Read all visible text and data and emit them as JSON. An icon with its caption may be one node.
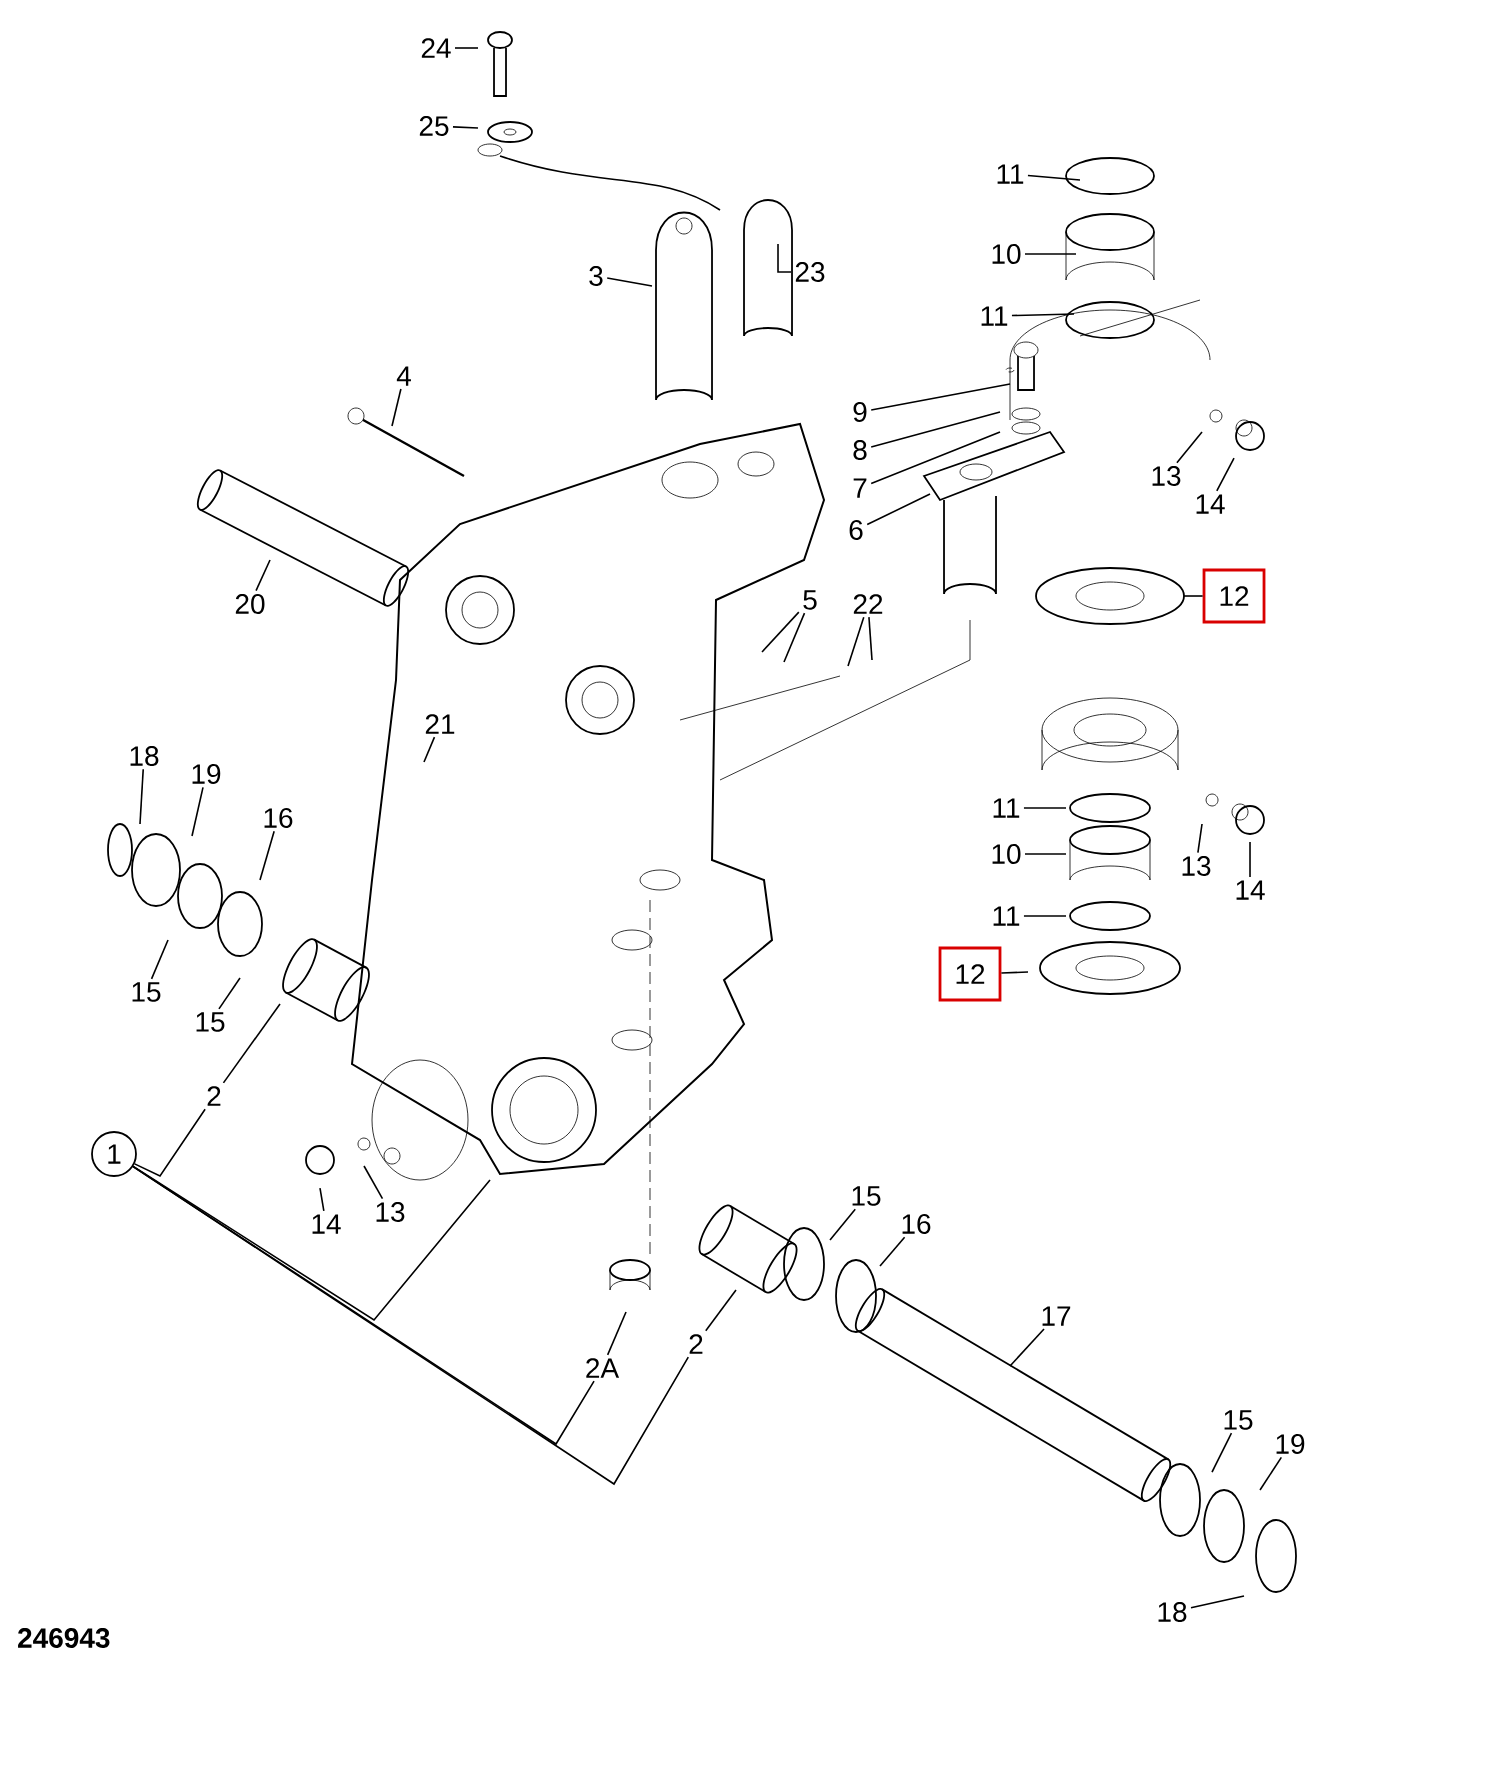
{
  "diagram": {
    "nodes": [
      {
        "text": [
          "24"
        ]
      },
      {
        "text": [
          "25"
        ]
      },
      {
        "text": [
          "3"
        ]
      },
      {
        "text": [
          "23"
        ]
      },
      {
        "text": [
          "4"
        ]
      },
      {
        "text": [
          "20"
        ]
      },
      {
        "text": [
          "21"
        ]
      },
      {
        "text": [
          "18"
        ]
      },
      {
        "text": [
          "19"
        ]
      },
      {
        "text": [
          "16"
        ]
      },
      {
        "text": [
          "15"
        ]
      },
      {
        "text": [
          "15"
        ]
      },
      {
        "text": [
          "2"
        ]
      },
      {
        "text": [
          "1"
        ]
      },
      {
        "text": [
          "14"
        ]
      },
      {
        "text": [
          "13"
        ]
      },
      {
        "text": [
          "2A"
        ]
      },
      {
        "text": [
          "2"
        ]
      },
      {
        "text": [
          "5"
        ]
      },
      {
        "text": [
          "22"
        ]
      },
      {
        "text": [
          "11"
        ]
      },
      {
        "text": [
          "10"
        ]
      },
      {
        "text": [
          "11"
        ]
      },
      {
        "text": [
          "9"
        ]
      },
      {
        "text": [
          "8"
        ]
      },
      {
        "text": [
          "7"
        ]
      },
      {
        "text": [
          "6"
        ]
      },
      {
        "text": [
          "13"
        ]
      },
      {
        "text": [
          "14"
        ]
      },
      {
        "text": [
          "12"
        ]
      },
      {
        "text": [
          "11"
        ]
      },
      {
        "text": [
          "10"
        ]
      },
      {
        "text": [
          "13"
        ]
      },
      {
        "text": [
          "14"
        ]
      },
      {
        "text": [
          "11"
        ]
      },
      {
        "text": [
          "12"
        ]
      },
      {
        "text": [
          "15"
        ]
      },
      {
        "text": [
          "16"
        ]
      },
      {
        "text": [
          "17"
        ]
      },
      {
        "text": [
          "15"
        ]
      },
      {
        "text": [
          "19"
        ]
      },
      {
        "text": [
          "18"
        ]
      }
    ],
    "edges": [
      {
        "from": 0,
        "to": null,
        "arrow": "none"
      },
      {
        "from": 1,
        "to": null,
        "arrow": "none"
      },
      {
        "from": 2,
        "to": null,
        "arrow": "none"
      },
      {
        "from": 3,
        "to": null,
        "arrow": "none"
      },
      {
        "from": 4,
        "to": null,
        "arrow": "none"
      },
      {
        "from": 5,
        "to": null,
        "arrow": "none"
      },
      {
        "from": 6,
        "to": null,
        "arrow": "none"
      },
      {
        "from": 7,
        "to": null,
        "arrow": "none"
      },
      {
        "from": 8,
        "to": null,
        "arrow": "none"
      },
      {
        "from": 9,
        "to": null,
        "arrow": "none"
      },
      {
        "from": 10,
        "to": null,
        "arrow": "none"
      },
      {
        "from": 11,
        "to": null,
        "arrow": "none"
      },
      {
        "from": 13,
        "to": 12,
        "arrow": "none"
      },
      {
        "from": 13,
        "to": null,
        "arrow": "none"
      },
      {
        "from": 13,
        "to": 16,
        "arrow": "none"
      },
      {
        "from": 13,
        "to": 17,
        "arrow": "none"
      },
      {
        "from": 12,
        "to": null,
        "arrow": "none"
      },
      {
        "from": 14,
        "to": null,
        "arrow": "none"
      },
      {
        "from": 15,
        "to": null,
        "arrow": "none"
      },
      {
        "from": 16,
        "to": null,
        "arrow": "none"
      },
      {
        "from": 17,
        "to": null,
        "arrow": "none"
      },
      {
        "from": 18,
        "to": null,
        "arrow": "none"
      },
      {
        "from": 18,
        "to": null,
        "arrow": "none"
      },
      {
        "from": 19,
        "to": null,
        "arrow": "none"
      },
      {
        "from": 19,
        "to": null,
        "arrow": "none"
      },
      {
        "from": 20,
        "to": null,
        "arrow": "none"
      },
      {
        "from": 21,
        "to": null,
        "arrow": "none"
      },
      {
        "from": 22,
        "to": null,
        "arrow": "none"
      },
      {
        "from": 23,
        "to": null,
        "arrow": "none"
      },
      {
        "from": 24,
        "to": null,
        "arrow": "none"
      },
      {
        "from": 25,
        "to": null,
        "arrow": "none"
      },
      {
        "from": 26,
        "to": null,
        "arrow": "none"
      },
      {
        "from": 27,
        "to": null,
        "arrow": "none"
      },
      {
        "from": 28,
        "to": null,
        "arrow": "none"
      },
      {
        "from": 29,
        "to": null,
        "arrow": "none"
      },
      {
        "from": 30,
        "to": null,
        "arrow": "none"
      },
      {
        "from": 31,
        "to": null,
        "arrow": "none"
      },
      {
        "from": 32,
        "to": null,
        "arrow": "none"
      },
      {
        "from": 33,
        "to": null,
        "arrow": "none"
      },
      {
        "from": 34,
        "to": null,
        "arrow": "none"
      },
      {
        "from": 35,
        "to": null,
        "arrow": "none"
      },
      {
        "from": 36,
        "to": null,
        "arrow": "none"
      },
      {
        "from": 37,
        "to": null,
        "arrow": "none"
      },
      {
        "from": 38,
        "to": null,
        "arrow": "none"
      },
      {
        "from": 39,
        "to": null,
        "arrow": "none"
      },
      {
        "from": 40,
        "to": null,
        "arrow": "none"
      },
      {
        "from": 41,
        "to": null,
        "arrow": "none"
      }
    ],
    "labels": [
      "246943"
    ]
  }
}
